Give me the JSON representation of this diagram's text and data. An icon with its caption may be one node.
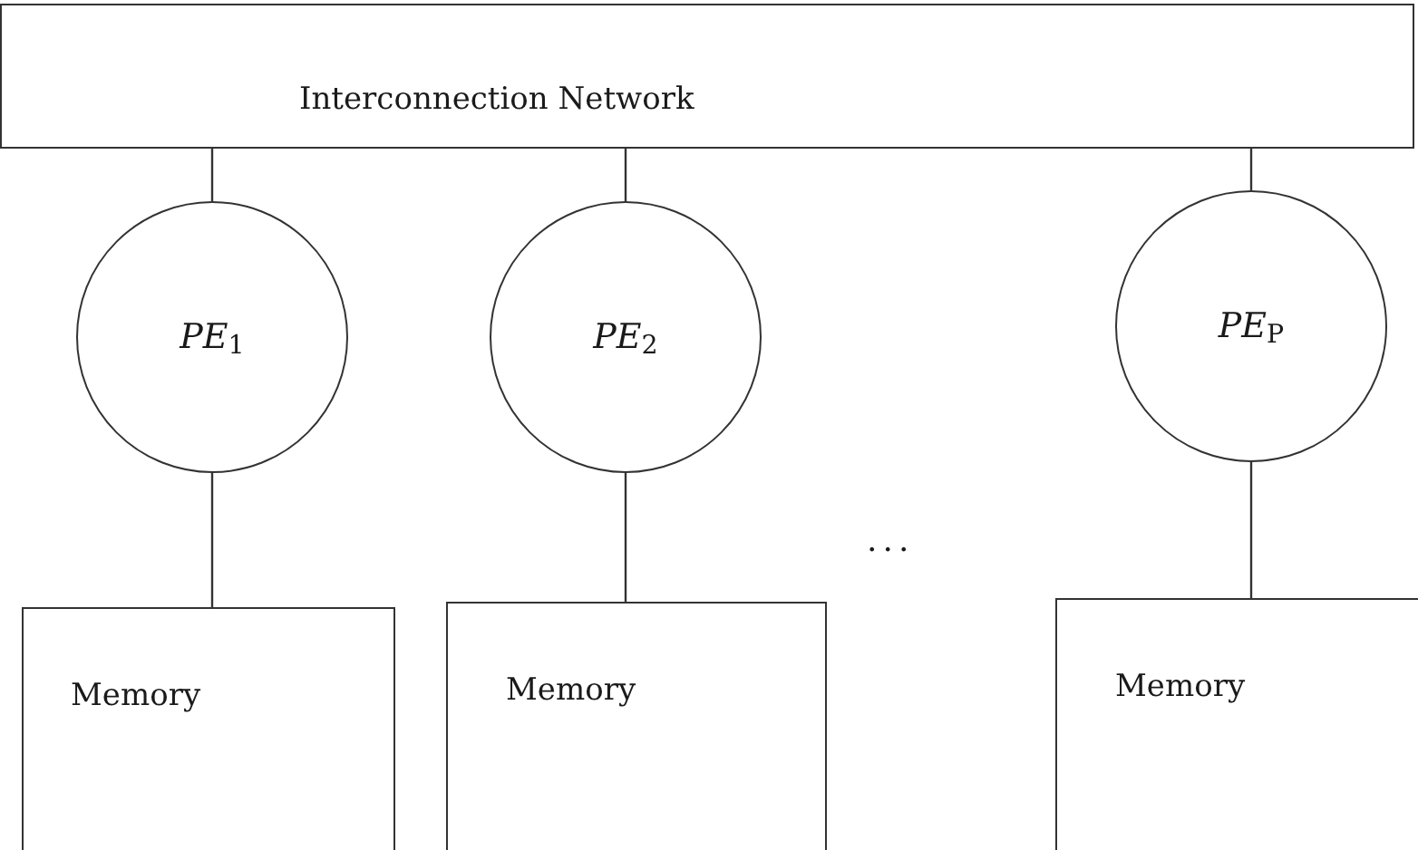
{
  "diagram": {
    "nodes": [
      {
        "text": [
          "Interconnection Network"
        ]
      },
      {
        "text": [
          "*PE*$_{1}$"
        ]
      },
      {
        "text": [
          "*PE*$_{2}$"
        ]
      },
      {
        "text": [
          "*PE*$_{P}$"
        ]
      },
      {
        "text": [
          "Memory"
        ]
      },
      {
        "text": [
          "Memory"
        ]
      },
      {
        "text": [
          "Memory"
        ]
      }
    ],
    "edges": [
      {
        "from": 0,
        "to": 1,
        "arrow": "none"
      },
      {
        "from": 0,
        "to": 2,
        "arrow": "none"
      },
      {
        "from": 0,
        "to": 3,
        "arrow": "none"
      },
      {
        "from": 1,
        "to": 4,
        "arrow": "none"
      },
      {
        "from": 2,
        "to": 5,
        "arrow": "none"
      },
      {
        "from": 3,
        "to": 6,
        "arrow": "none"
      }
    ],
    "labels": [
      "..."
    ]
  }
}
